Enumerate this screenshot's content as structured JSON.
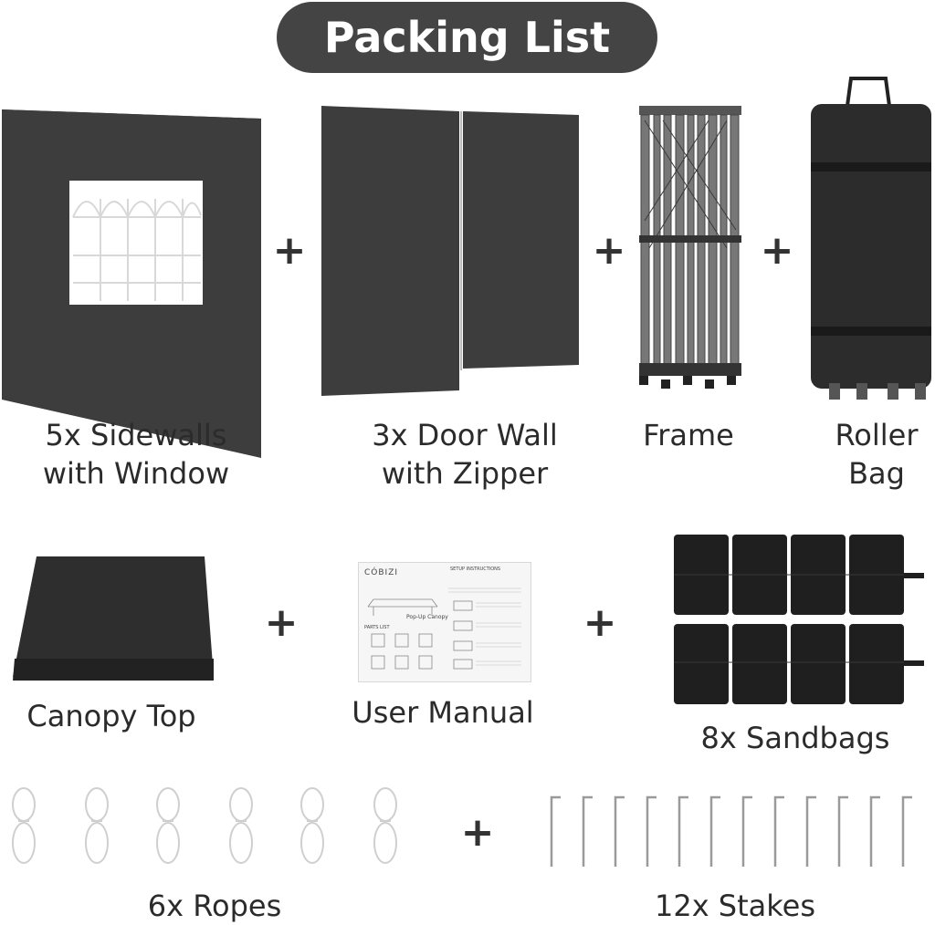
{
  "title": "Packing List",
  "plus_sign": "+",
  "items": {
    "sidewalls": "5x Sidewalls\nwith Window",
    "door_wall": "3x Door Wall\nwith Zipper",
    "frame": "Frame",
    "roller_bag": "Roller\nBag",
    "canopy_top": "Canopy Top",
    "user_manual": "User Manual",
    "sandbags": "8x Sandbags",
    "ropes": "6x Ropes",
    "stakes": "12x Stakes"
  },
  "manual": {
    "brand": "CÓBIZI",
    "heading": "Pop-Up Canopy",
    "section_title": "SETUP INSTRUCTIONS",
    "parts_list": "PARTS LIST"
  },
  "colors": {
    "fabric": "#3d3d3d",
    "pill": "#444444",
    "frame_metal": "#6e6e6e"
  }
}
